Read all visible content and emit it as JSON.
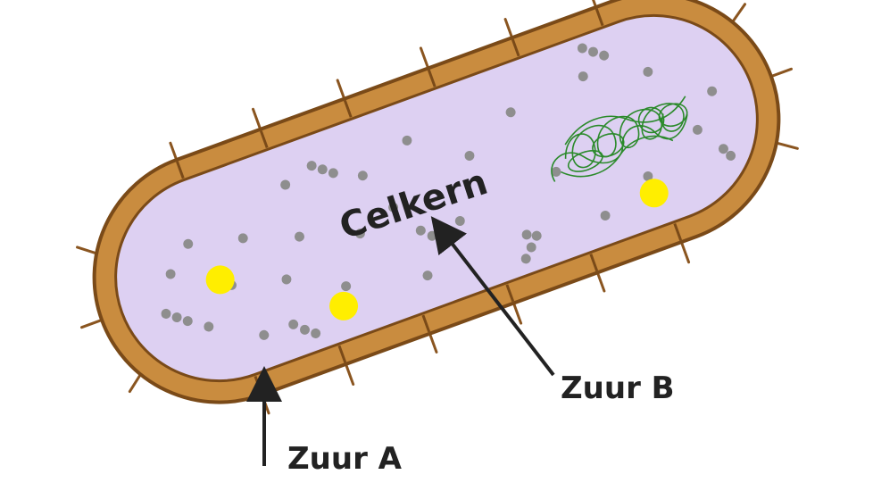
{
  "labels": {
    "inner": "Celkern",
    "arrow_a": "Zuur A",
    "arrow_b": "Zuur B"
  },
  "colors": {
    "wall": "#c98c3f",
    "wall_outline": "#7a4a18",
    "cytoplasm": "#ddd0f2",
    "granule": "#8e8e8e",
    "inclusion": "#ffee00",
    "dna": "#2b8a2b",
    "text": "#222222"
  }
}
